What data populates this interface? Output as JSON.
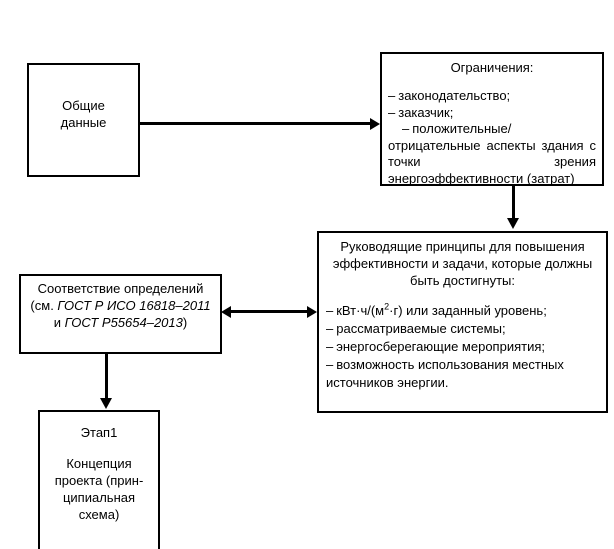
{
  "diagram": {
    "nodes": {
      "general_data": {
        "label": "Общие\nданные",
        "line1": "Общие",
        "line2": "данные"
      },
      "constraints": {
        "title": "Ограничения:",
        "items": [
          "законодательство;",
          "заказчик;",
          "положительные/отрицательные аспекты здания с точки зрения энергоэффективности (затрат)"
        ],
        "dash": "–"
      },
      "principles": {
        "title_line1": "Руководящие принципы для повышения",
        "title_line2": "эффективности и задачи, которые должны",
        "title_line3": "быть достигнуты:",
        "items": [
          "кВт·ч/(м2·г) или заданный уровень;",
          "рассматриваемые системы;",
          "энергосберегающие мероприятия;",
          "возможность использования местных источников энергии."
        ],
        "item1_prefix": "кВт·ч/(м",
        "item1_superscript": "2",
        "item1_suffix": "·г) или заданный уровень;",
        "dash": "–"
      },
      "compliance": {
        "title": "Соответствие определений",
        "ref_line1_prefix": "(см. ",
        "ref_line1_standard": "ГОСТ Р ИСО 16818–2011",
        "ref_line2_prefix": "и ",
        "ref_line2_standard": "ГОСТ Р55654–2013",
        "ref_line2_suffix": ")"
      },
      "stage1": {
        "stage_label": "Этап1",
        "body_line1": "Концепция",
        "body_line2": "проекта (прин-",
        "body_line3": "ципиальная",
        "body_line4": "схема)"
      }
    },
    "connectors": {
      "data_to_constraints": "arrow-right",
      "constraints_to_principles": "arrow-down",
      "compliance_principles": "double-arrow-horizontal",
      "compliance_to_stage1": "arrow-down"
    },
    "colors": {
      "stroke": "#000000",
      "fill": "#ffffff",
      "text": "#000000"
    }
  }
}
